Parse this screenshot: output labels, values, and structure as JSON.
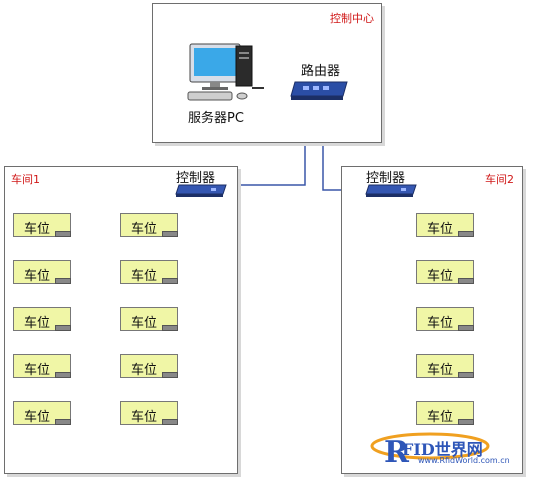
{
  "control_center": {
    "label": "控制中心"
  },
  "server": {
    "label": "服务器PC",
    "icon": "desktop-pc-icon"
  },
  "router": {
    "label": "路由器",
    "icon": "network-switch-icon"
  },
  "workshops": [
    {
      "name": "车间1",
      "controller_label": "控制器",
      "slot_label": "车位",
      "columns": [
        5,
        5
      ]
    },
    {
      "name": "车间2",
      "controller_label": "控制器",
      "slot_label": "车位",
      "columns": [
        5
      ]
    }
  ],
  "watermark": {
    "text": "FID世界网",
    "url": "www.RfidWorld.com.cn"
  },
  "colors": {
    "link": "#3a57a8",
    "bus": "#111111",
    "slot_fill": "#f0f6a6",
    "tag": "#d01818"
  }
}
